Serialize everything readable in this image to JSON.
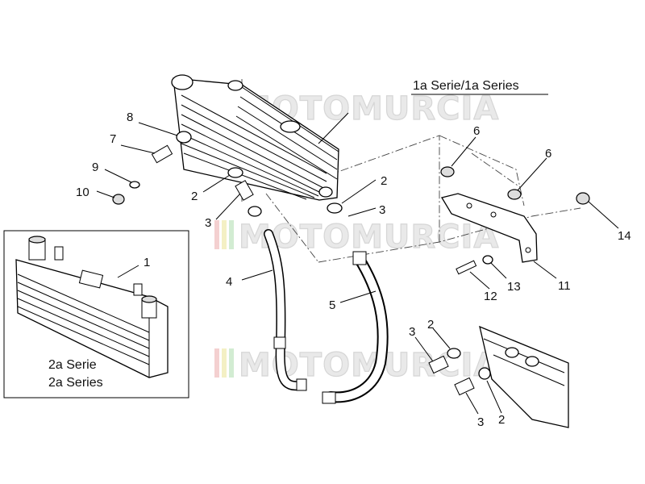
{
  "series_first_label": "1a Serie/1a Series",
  "series_second_label_line1": "2a Serie",
  "series_second_label_line2": "2a Series",
  "watermark_text": "MOTOMURCIA",
  "callouts": {
    "c1": "1",
    "c2a": "2",
    "c2b": "2",
    "c2c": "2",
    "c2d": "2",
    "c3a": "3",
    "c3b": "3",
    "c3c": "3",
    "c3d": "3",
    "c4": "4",
    "c5": "5",
    "c6a": "6",
    "c6b": "6",
    "c7": "7",
    "c8": "8",
    "c9": "9",
    "c10": "10",
    "c11": "11",
    "c12": "12",
    "c13": "13",
    "c14": "14"
  }
}
